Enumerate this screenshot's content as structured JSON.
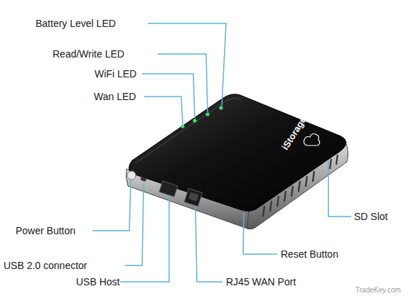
{
  "diagram": {
    "labels": [
      "Battery Level LED",
      "Read/Write LED",
      "WiFi LED",
      "Wan LED",
      "Power Button",
      "USB 2.0 connector",
      "USB Host",
      "RJ45 WAN Port",
      "Reset Button",
      "SD Slot",
      "iStorage",
      "TradeKey.com"
    ]
  }
}
